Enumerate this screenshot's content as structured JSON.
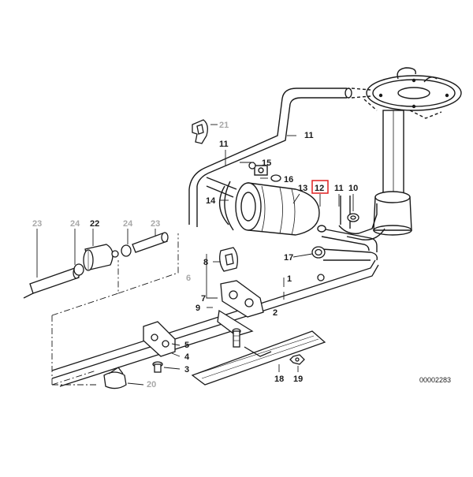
{
  "diagram": {
    "reference_code": "00002283",
    "highlight_color": "#e02020",
    "callouts": {
      "c1": "1",
      "c2": "2",
      "c3": "3",
      "c4": "4",
      "c5": "5",
      "c6": "6",
      "c7": "7",
      "c8": "8",
      "c9": "9",
      "c10": "10",
      "c11a": "11",
      "c11b": "11",
      "c11c": "11",
      "c12": "12",
      "c13": "13",
      "c14": "14",
      "c15": "15",
      "c16": "16",
      "c17": "17",
      "c18": "18",
      "c19": "19",
      "c20": "20",
      "c21": "21",
      "c22": "22",
      "c23a": "23",
      "c23b": "23",
      "c24a": "24",
      "c24b": "24"
    }
  }
}
